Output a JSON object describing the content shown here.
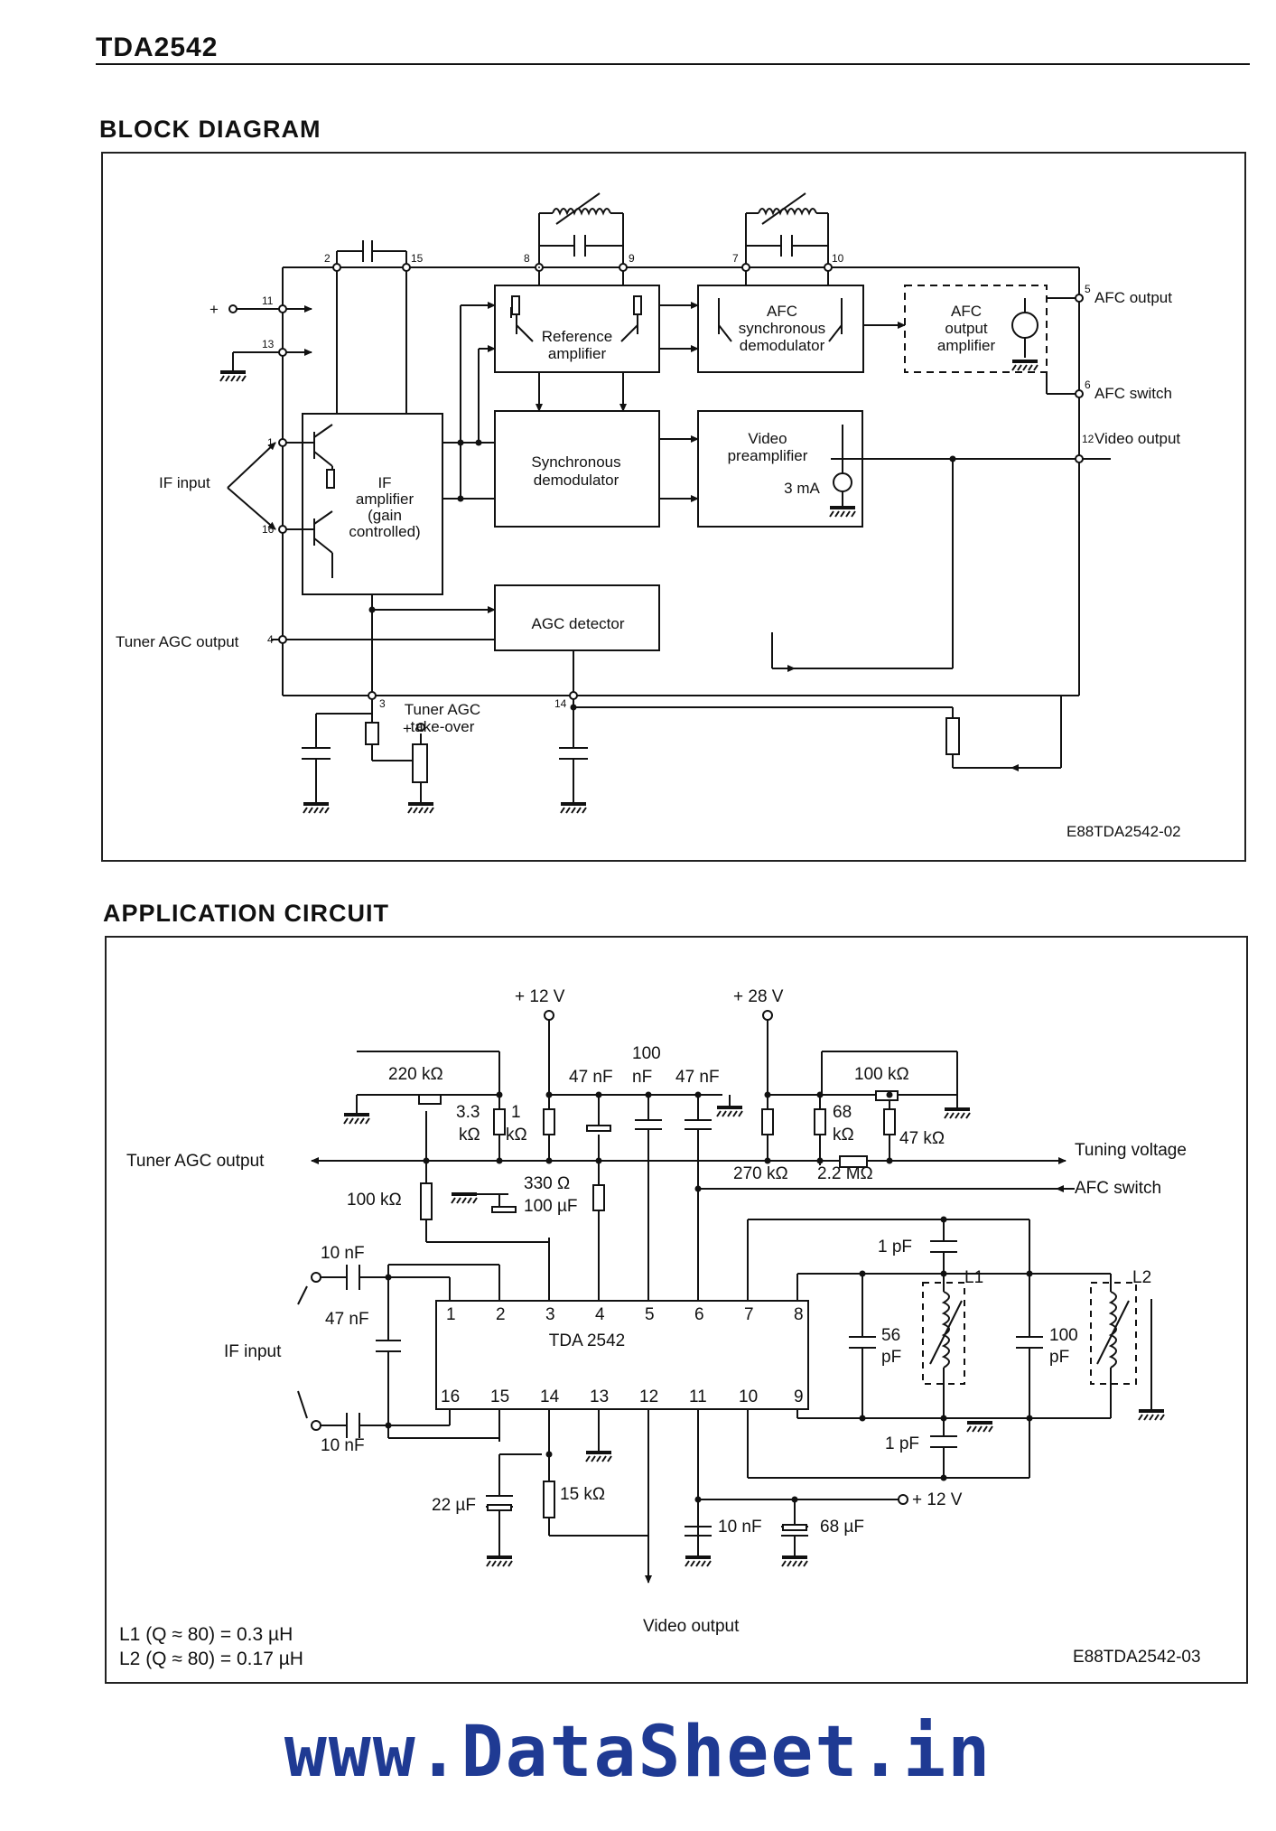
{
  "header": {
    "part_number": "TDA2542"
  },
  "block_diagram": {
    "title": "BLOCK DIAGRAM",
    "blocks": {
      "if_amplifier": [
        "IF",
        "amplifier",
        "(gain",
        "controlled)"
      ],
      "reference_amplifier": [
        "Reference",
        "amplifier"
      ],
      "afc_demodulator": [
        "AFC",
        "synchronous",
        "demodulator"
      ],
      "afc_output_amplifier": [
        "AFC",
        "output",
        "amplifier"
      ],
      "synchronous_demodulator": [
        "Synchronous",
        "demodulator"
      ],
      "video_preamplifier": [
        "Video",
        "preamplifier"
      ],
      "current_source": "3 mA",
      "agc_detector": "AGC detector"
    },
    "labels": {
      "if_input": "IF input",
      "tuner_agc_output": "Tuner AGC output",
      "tuner_agc_takeover": [
        "Tuner AGC",
        "take-over"
      ],
      "afc_output": "AFC output",
      "afc_switch": "AFC switch",
      "video_output": "Video output",
      "plus": "+"
    },
    "pins": {
      "p1": "1",
      "p2": "2",
      "p3": "3",
      "p4": "4",
      "p5": "5",
      "p6": "6",
      "p7": "7",
      "p8": "8",
      "p9": "9",
      "p10": "10",
      "p11": "11",
      "p12": "12",
      "p13": "13",
      "p14": "14",
      "p15": "15",
      "p16": "16"
    },
    "code": "E88TDA2542-02"
  },
  "application_circuit": {
    "title": "APPLICATION CIRCUIT",
    "ic_label": "TDA 2542",
    "ic_pins_top": [
      "1",
      "2",
      "3",
      "4",
      "5",
      "6",
      "7",
      "8"
    ],
    "ic_pins_bottom": [
      "16",
      "15",
      "14",
      "13",
      "12",
      "11",
      "10",
      "9"
    ],
    "supplies": {
      "v12": "+ 12 V",
      "v28": "+ 28 V",
      "v12b": "+ 12 V"
    },
    "components": {
      "r220k": "220 kΩ",
      "r3k3_a": "3.3",
      "r3k3_b": "kΩ",
      "r1k_a": "1",
      "r1k_b": "kΩ",
      "c47n_a": "47 nF",
      "c100n_a": "100",
      "c100n_b": "nF",
      "c47n_b": "47 nF",
      "r100k_top": "100 kΩ",
      "r68k_a": "68",
      "r68k_b": "kΩ",
      "r47k": "47 kΩ",
      "r270k": "270 kΩ",
      "r2m2": "2.2 MΩ",
      "r330": "330 Ω",
      "c100u": "100 µF",
      "r100k_left": "100 kΩ",
      "c10n_a": "10 nF",
      "c47n_if": "47 nF",
      "c10n_b": "10 nF",
      "c1p_a": "1 pF",
      "c56p_a": "56",
      "c56p_b": "pF",
      "c100p_a": "100",
      "c100p_b": "pF",
      "c1p_b": "1 pF",
      "l1": "L1",
      "l2": "L2",
      "c22u": "22 µF",
      "r15k": "15 kΩ",
      "c10n_c": "10 nF",
      "c68u": "68 µF"
    },
    "labels": {
      "tuner_agc_output": "Tuner AGC output",
      "tuning_voltage": "Tuning voltage",
      "afc_switch": "AFC switch",
      "if_input": "IF input",
      "video_output": "Video output"
    },
    "notes": [
      "L1 (Q ≈ 80) = 0.3 µH",
      "L2 (Q ≈ 80) = 0.17 µH"
    ],
    "code": "E88TDA2542-03"
  },
  "footer": {
    "watermark": "www.DataSheet.in"
  },
  "colors": {
    "ink": "#111111",
    "watermark": "#1f3a93"
  }
}
